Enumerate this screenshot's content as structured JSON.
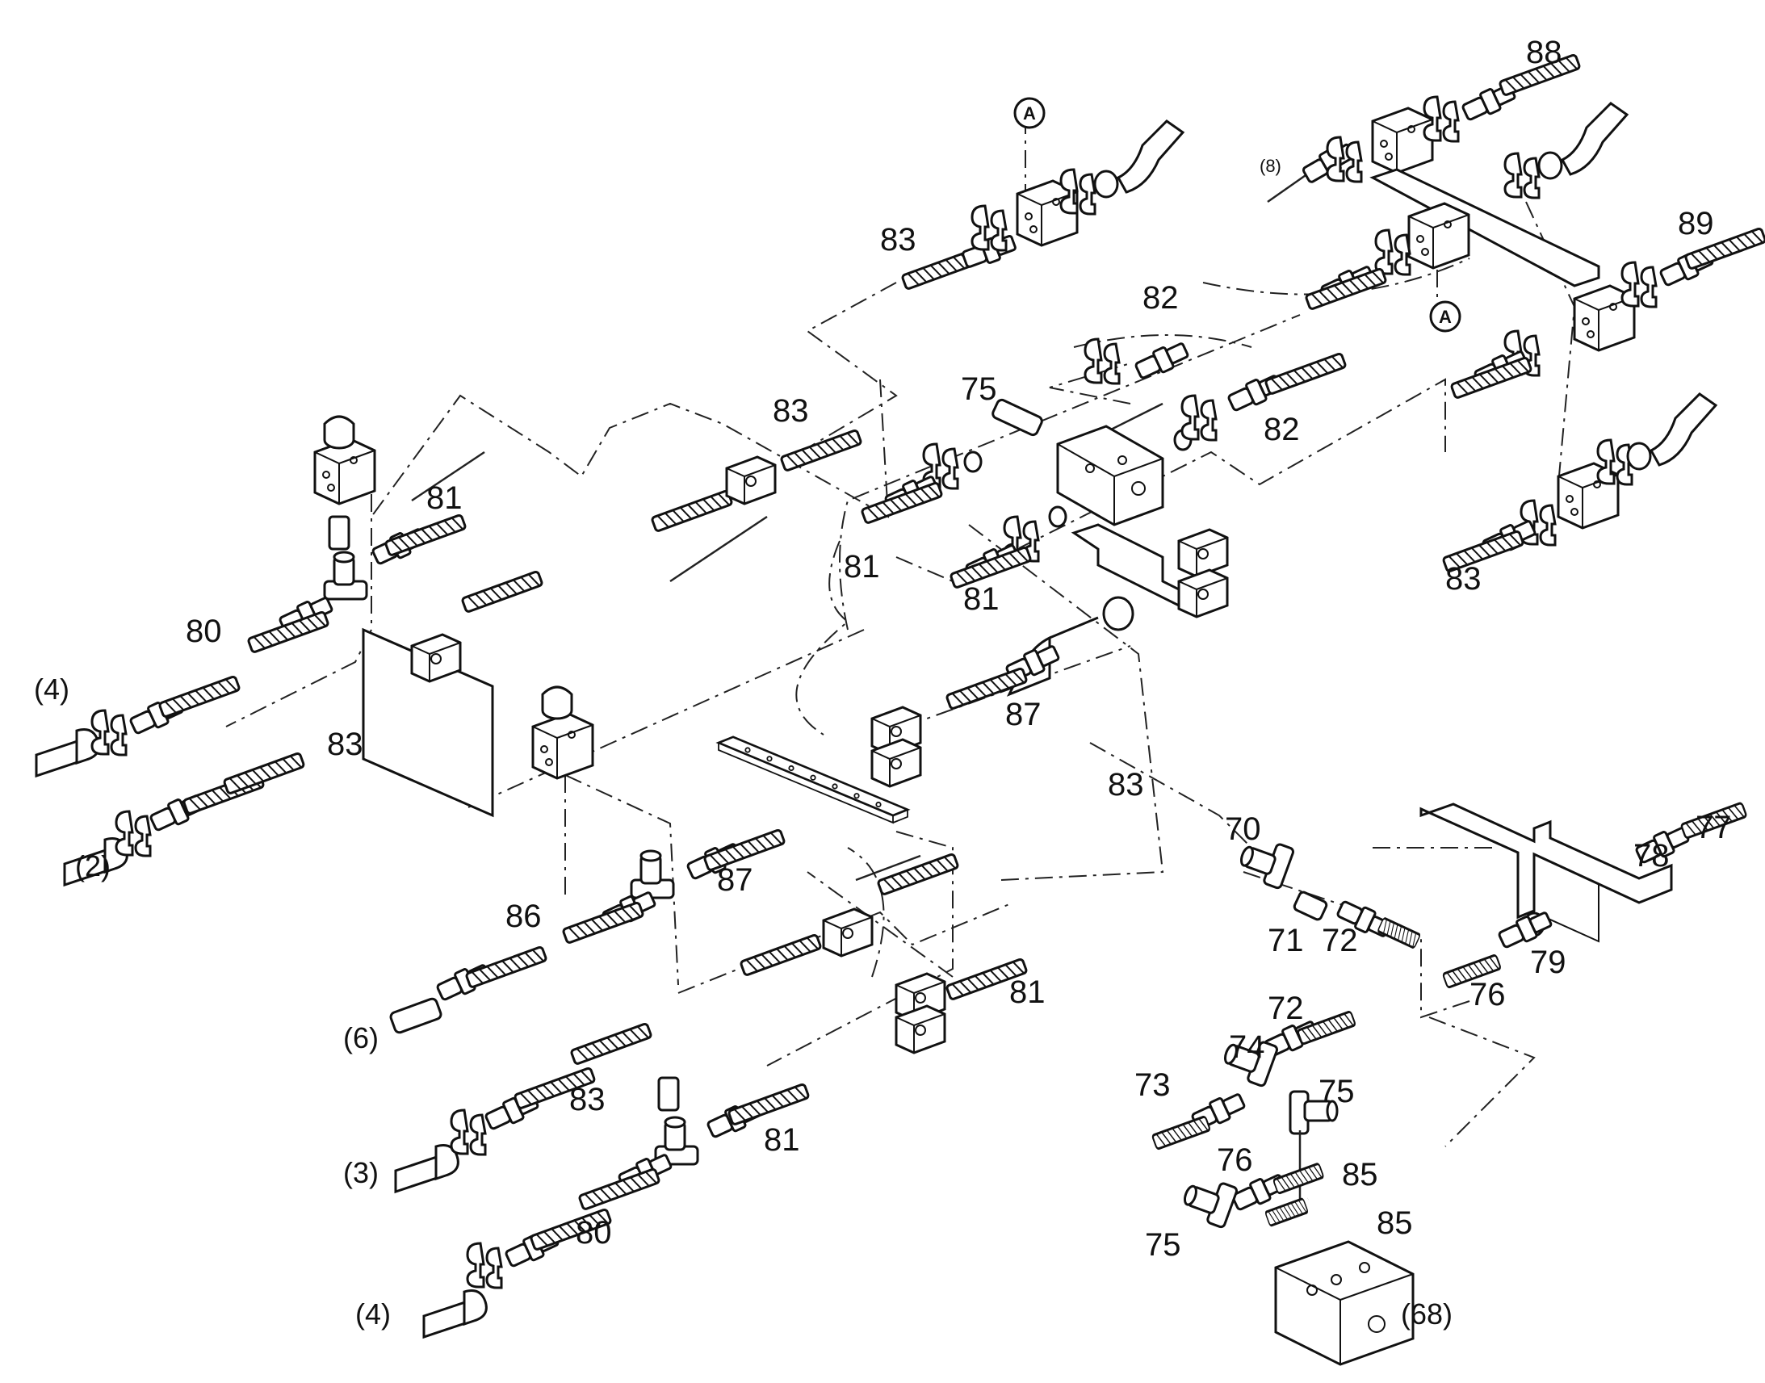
{
  "diagram": {
    "callouts": [
      {
        "id": "c83a",
        "text": "83"
      },
      {
        "id": "c88",
        "text": "88"
      },
      {
        "id": "c89",
        "text": "89"
      },
      {
        "id": "c82a",
        "text": "82"
      },
      {
        "id": "c82b",
        "text": "82"
      },
      {
        "id": "c75a",
        "text": "75"
      },
      {
        "id": "c83b",
        "text": "83"
      },
      {
        "id": "c81a",
        "text": "81"
      },
      {
        "id": "c81b",
        "text": "81"
      },
      {
        "id": "c81c",
        "text": "81"
      },
      {
        "id": "c83c",
        "text": "83"
      },
      {
        "id": "c80a",
        "text": "80"
      },
      {
        "id": "c83d",
        "text": "83"
      },
      {
        "id": "c87a",
        "text": "87"
      },
      {
        "id": "c83e",
        "text": "83"
      },
      {
        "id": "c87b",
        "text": "87"
      },
      {
        "id": "c86",
        "text": "86"
      },
      {
        "id": "c81d",
        "text": "81"
      },
      {
        "id": "c83f",
        "text": "83"
      },
      {
        "id": "c81e",
        "text": "81"
      },
      {
        "id": "c80b",
        "text": "80"
      },
      {
        "id": "c70",
        "text": "70"
      },
      {
        "id": "c71",
        "text": "71"
      },
      {
        "id": "c72a",
        "text": "72"
      },
      {
        "id": "c77",
        "text": "77"
      },
      {
        "id": "c78",
        "text": "78"
      },
      {
        "id": "c79",
        "text": "79"
      },
      {
        "id": "c76a",
        "text": "76"
      },
      {
        "id": "c72b",
        "text": "72"
      },
      {
        "id": "c74",
        "text": "74"
      },
      {
        "id": "c73",
        "text": "73"
      },
      {
        "id": "c75b",
        "text": "75"
      },
      {
        "id": "c76b",
        "text": "76"
      },
      {
        "id": "c85a",
        "text": "85"
      },
      {
        "id": "c85b",
        "text": "85"
      },
      {
        "id": "c75c",
        "text": "75"
      }
    ],
    "references": [
      {
        "id": "r8",
        "text": "(8)"
      },
      {
        "id": "r4a",
        "text": "(4)"
      },
      {
        "id": "r2",
        "text": "(2)"
      },
      {
        "id": "r6",
        "text": "(6)"
      },
      {
        "id": "r3",
        "text": "(3)"
      },
      {
        "id": "r4b",
        "text": "(4)"
      },
      {
        "id": "r68",
        "text": "(68)"
      }
    ],
    "markers": [
      {
        "id": "mA1",
        "text": "A"
      },
      {
        "id": "mA2",
        "text": "A"
      }
    ]
  }
}
